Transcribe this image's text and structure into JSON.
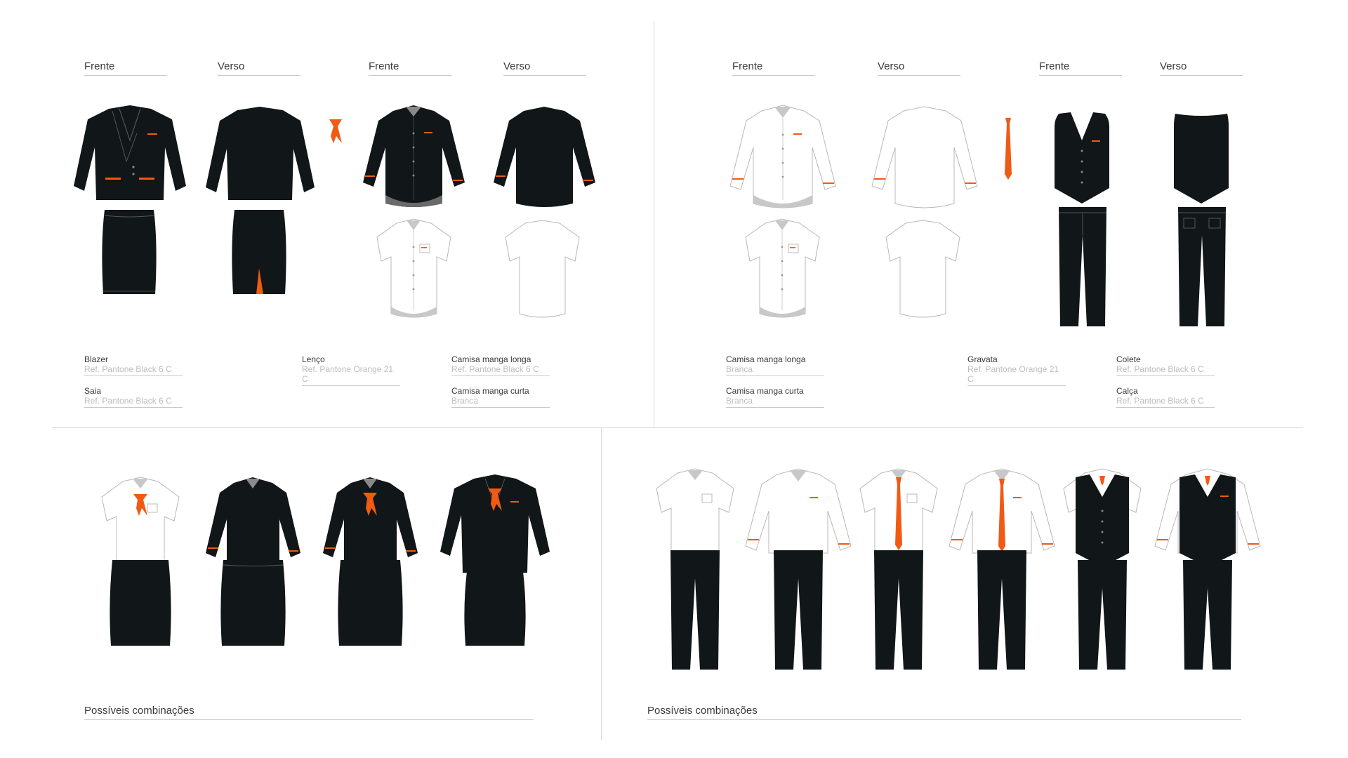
{
  "views": {
    "front": "Frente",
    "back": "Verso"
  },
  "specs": {
    "blazer": {
      "name": "Blazer",
      "ref": "Ref. Pantone Black 6 C"
    },
    "saia": {
      "name": "Saia",
      "ref": "Ref. Pantone Black 6 C"
    },
    "lenco": {
      "name": "Lenço",
      "ref": "Ref. Pantone Orange 21 C"
    },
    "camisa_longa_f": {
      "name": "Camisa manga longa",
      "ref": "Ref. Pantone Black 6 C"
    },
    "camisa_curta_f": {
      "name": "Camisa manga curta",
      "ref": "Branca"
    },
    "camisa_longa_m": {
      "name": "Camisa manga longa",
      "ref": "Branca"
    },
    "camisa_curta_m": {
      "name": "Camisa manga curta",
      "ref": "Branca"
    },
    "gravata": {
      "name": "Gravata",
      "ref": "Ref. Pantone Orange 21 C"
    },
    "colete": {
      "name": "Colete",
      "ref": "Ref. Pantone Black 6 C"
    },
    "calca": {
      "name": "Calça",
      "ref": "Ref. Pantone Black 6 C"
    }
  },
  "combinations_title": "Possíveis combinações",
  "colors": {
    "black": "#111618",
    "orange": "#f05a14",
    "white": "#ffffff",
    "outline": "#b8b8b8"
  }
}
